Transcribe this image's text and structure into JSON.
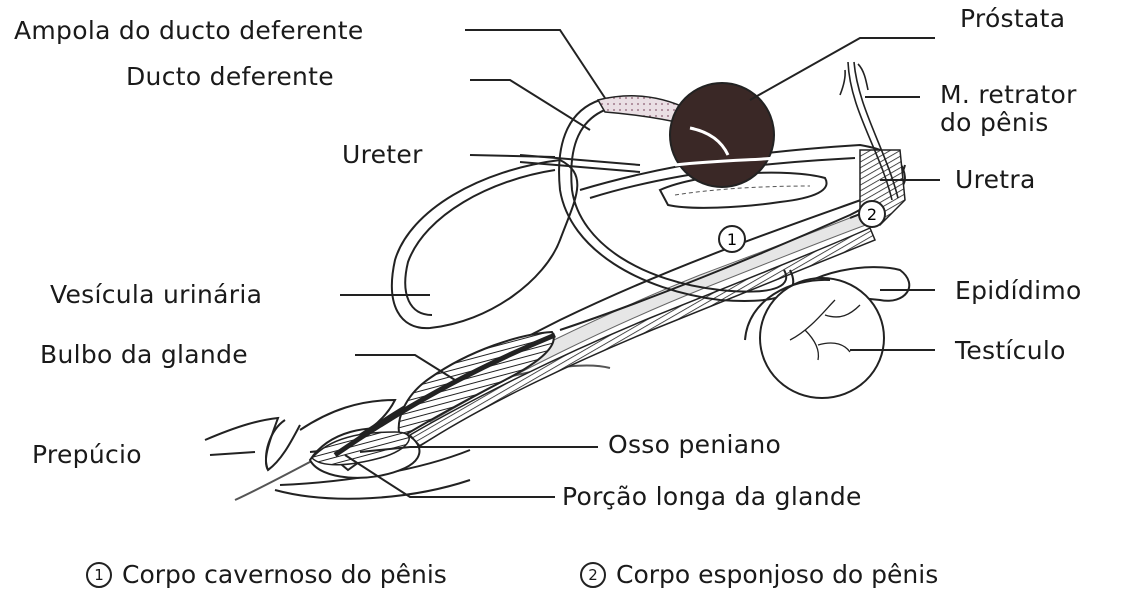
{
  "labels": {
    "ampola": "Ampola do ducto deferente",
    "ducto": "Ducto deferente",
    "ureter": "Ureter",
    "vesicula": "Vesícula urinária",
    "bulbo": "Bulbo da glande",
    "prepucio": "Prepúcio",
    "prostata": "Próstata",
    "retrator": [
      "M. retrator",
      "do pênis"
    ],
    "uretra": "Uretra",
    "epididimo": "Epidídimo",
    "testiculo": "Testículo",
    "osso": "Osso peniano",
    "porcao": "Porção longa da glande"
  },
  "markers": {
    "one": "1",
    "two": "2"
  },
  "legend": [
    {
      "num": "1",
      "text": "Corpo cavernoso do pênis"
    },
    {
      "num": "2",
      "text": "Corpo esponjoso do pênis"
    }
  ],
  "colors": {
    "line": "#222222",
    "prostate_fill": "#3a2826",
    "ampulla_fill": "#e8c4d2"
  }
}
